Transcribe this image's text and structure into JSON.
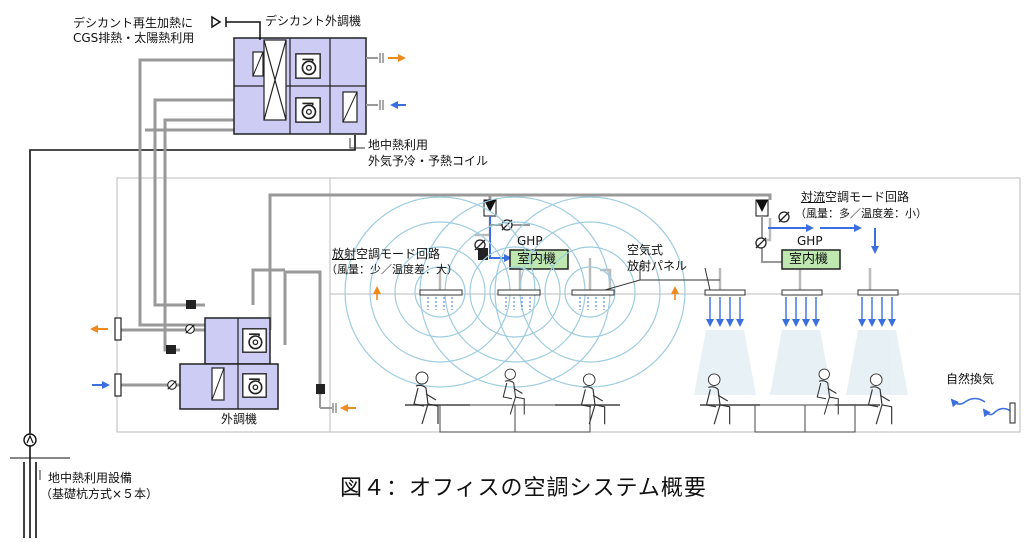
{
  "caption": "図４：オフィスの空調システム概要",
  "labels": {
    "desiccant_heat_line1": "デシカント再生加熱に",
    "desiccant_heat_line2": "CGS排熱・太陽熱利用",
    "desiccant_unit": "デシカント外調機",
    "geo_coil_line1": "地中熱利用",
    "geo_coil_line2": "外気予冷・予熱コイル",
    "radiant_mode_prefix": "放射",
    "radiant_mode_suffix": "空調モード回路",
    "radiant_mode_note": "（風量：少／温度差：大）",
    "convection_mode_prefix": "対流",
    "convection_mode_suffix": "空調モード回路",
    "convection_mode_note": "（風量：多／温度差：小）",
    "ghp_left": "GHP",
    "ghp_right": "GHP",
    "indoor_unit_left": "室内機",
    "indoor_unit_right": "室内機",
    "air_panel_line1": "空気式",
    "air_panel_line2": "放射パネル",
    "outdoor_ac_unit": "外調機",
    "natural_ventilation": "自然換気",
    "geo_facility_line1": "地中熱利用設備",
    "geo_facility_line2": "（基礎杭方式×５本）"
  },
  "colors": {
    "unit_fill": "#ccccf5",
    "duct": "#999999",
    "supply_blue": "#3b6fe0",
    "exhaust_orange": "#f08a1c",
    "wave": "#9fcde0",
    "indoor_green": "#bfe8b0",
    "outline": "#222222"
  }
}
